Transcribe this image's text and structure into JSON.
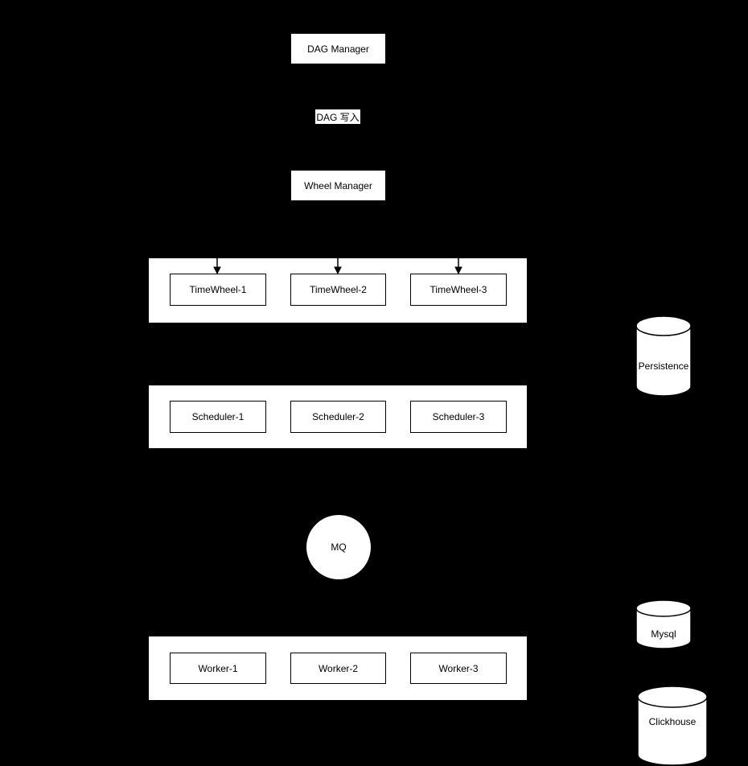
{
  "diagram": {
    "colors": {
      "background": "#000000",
      "node_fill": "#ffffff",
      "node_stroke": "#000000",
      "text": "#000000"
    },
    "nodes": {
      "dag_manager": "DAG Manager",
      "edge_label_dag_write": "DAG 写入",
      "wheel_manager": "Wheel Manager",
      "timewheels": [
        "TimeWheel-1",
        "TimeWheel-2",
        "TimeWheel-3"
      ],
      "schedulers": [
        "Scheduler-1",
        "Scheduler-2",
        "Scheduler-3"
      ],
      "mq": "MQ",
      "workers": [
        "Worker-1",
        "Worker-2",
        "Worker-3"
      ],
      "databases": {
        "persistence": "Persistence",
        "mysql": "Mysql",
        "clickhouse": "Clickhouse"
      }
    }
  }
}
